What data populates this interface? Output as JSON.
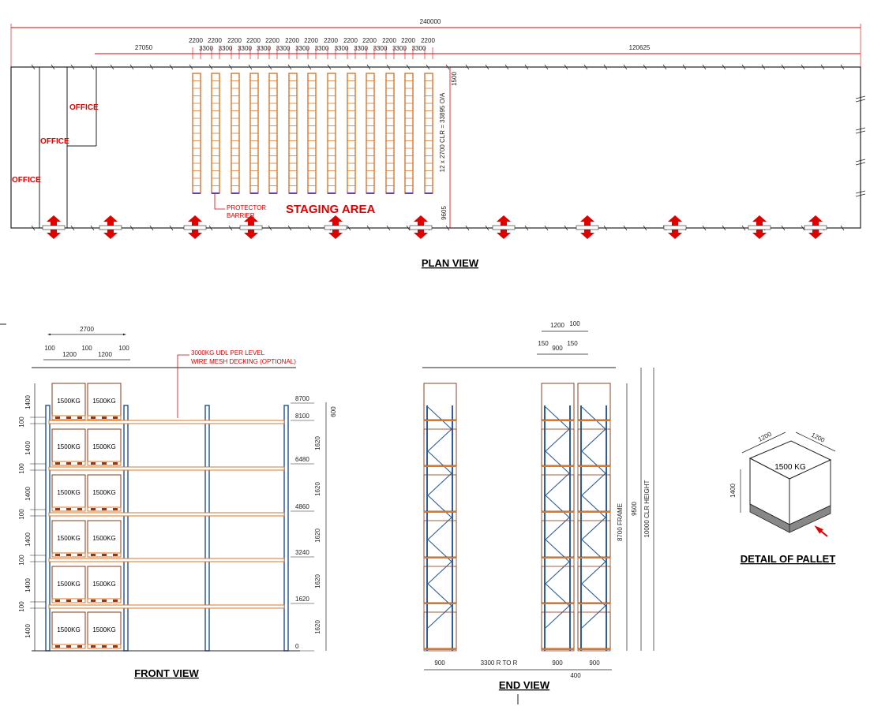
{
  "plan": {
    "overall_dim": "240000",
    "left_dim": "27050",
    "right_dim": "120625",
    "bay_dims": [
      "2200",
      "2200",
      "2200",
      "2200",
      "2200",
      "2200",
      "2200",
      "2200",
      "2200",
      "2200",
      "2200",
      "2200",
      "2200"
    ],
    "pitch_dims": [
      "3300",
      "3300",
      "3300",
      "3300",
      "3300",
      "3300",
      "3300",
      "3300",
      "3300",
      "3300",
      "3300",
      "3300"
    ],
    "run_label": "12 x 2700 CLR = 33895 O/A",
    "top_clear": "1500",
    "bottom_clear": "9605",
    "offices": [
      "OFFICE",
      "OFFICE",
      "OFFICE"
    ],
    "staging": "STAGING AREA",
    "barrier_line1": "PROTECTOR",
    "barrier_line2": "BARRIER",
    "title": "PLAN VIEW"
  },
  "front": {
    "title": "FRONT VIEW",
    "bay_width": "2700",
    "gap1": "100",
    "pallet1": "1200",
    "gap2": "100",
    "pallet2": "1200",
    "gap3": "100",
    "note1": "3000KG UDL PER LEVEL",
    "note2": "WIRE MESH DECKING (OPTIONAL)",
    "load": "1500KG",
    "heights": [
      "8700",
      "8100",
      "6480",
      "4860",
      "3240",
      "1620",
      "0"
    ],
    "pitch": "1620",
    "top_gap": "600",
    "pallet_h": "1400",
    "clear": "100"
  },
  "end": {
    "title": "END VIEW",
    "top_a": "1200",
    "top_b": "100",
    "top_c": "150",
    "top_d": "900",
    "top_e": "150",
    "frame": "8700 FRAME",
    "clr_height": "10000 CLR HEIGHT",
    "h9500": "9500",
    "d900a": "900",
    "d3300": "3300 R TO R",
    "d900b": "900",
    "d900c": "900",
    "d400": "400"
  },
  "pallet": {
    "title": "DETAIL OF PALLET",
    "w1": "1200",
    "w2": "1200",
    "h": "1400",
    "load": "1500 KG"
  },
  "colors": {
    "orange": "#d9772a",
    "blue": "#2d5d9a",
    "red": "#e00000",
    "brown": "#8a3a1a"
  }
}
